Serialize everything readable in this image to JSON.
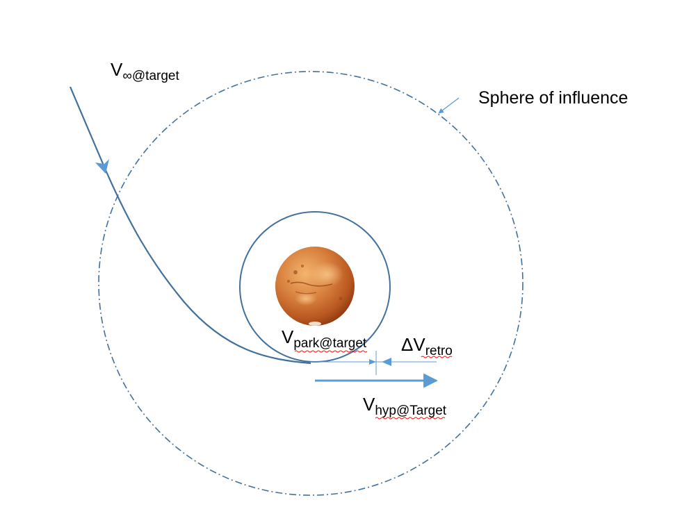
{
  "labels": {
    "v_inf": {
      "main": "V",
      "sub": "∞@target"
    },
    "sphere_of_influence": "Sphere of influence",
    "v_park": {
      "main": "V",
      "sub": "park@target"
    },
    "delta_v": {
      "main": "ΔV",
      "sub": "retro"
    },
    "v_hyp": {
      "main": "V",
      "sub": "hyp@Target"
    }
  },
  "colors": {
    "trajectory": "#41719c",
    "arrow": "#5b9bd5",
    "planet_light": "#e8a05a",
    "planet_dark": "#9a3e12",
    "spellcheck": "#ff0000"
  },
  "icons": {
    "planet": "mars-planet-icon"
  }
}
